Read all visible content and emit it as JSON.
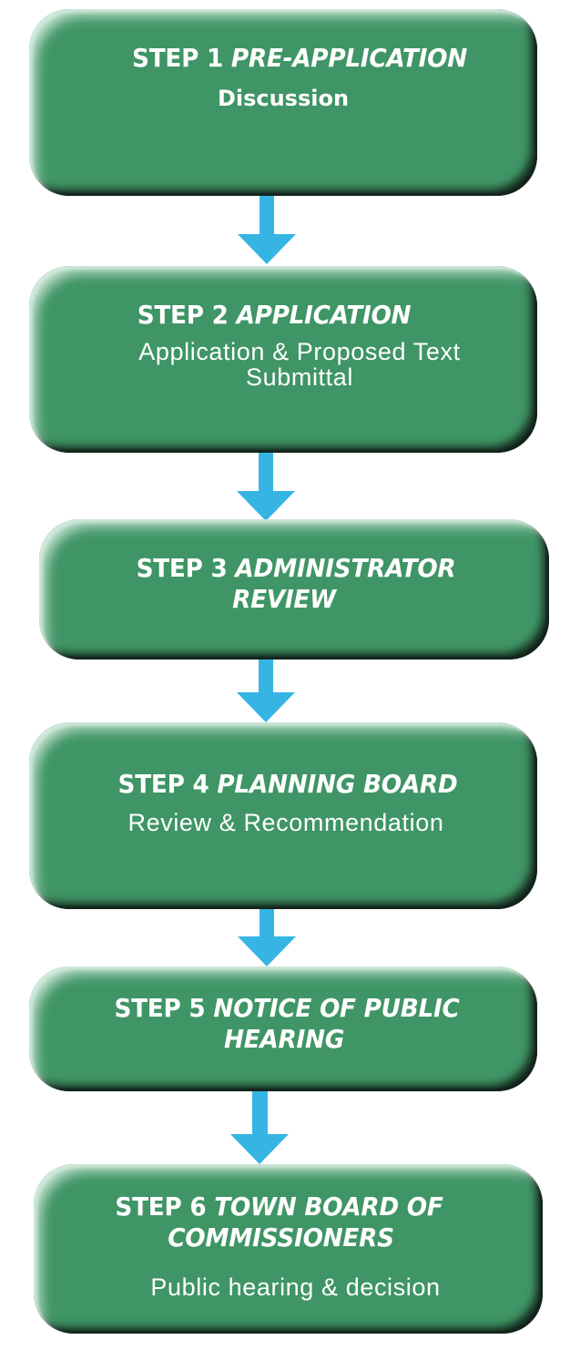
{
  "diagram": {
    "type": "flowchart",
    "direction": "top-to-bottom",
    "colors": {
      "box_fill": "#3f9565",
      "box_highlight": "#c9e2d3",
      "box_shadow": "#1e3026",
      "text": "#ffffff",
      "arrow": "#36b5e5",
      "background": "#ffffff"
    },
    "steps": [
      {
        "number_label": "STEP 1",
        "name_lines": [
          "PRE-APPLICATION"
        ],
        "subtitle_lines": [
          "Discussion"
        ]
      },
      {
        "number_label": "STEP 2",
        "name_lines": [
          "APPLICATION"
        ],
        "subtitle_lines": [
          "Application & Proposed Text",
          "Submittal"
        ]
      },
      {
        "number_label": "STEP 3",
        "name_lines": [
          "ADMINISTRATOR",
          "REVIEW"
        ],
        "subtitle_lines": []
      },
      {
        "number_label": "STEP 4",
        "name_lines": [
          "PLANNING BOARD"
        ],
        "subtitle_lines": [
          "Review & Recommendation"
        ]
      },
      {
        "number_label": "STEP 5",
        "name_lines": [
          "NOTICE OF PUBLIC",
          "HEARING"
        ],
        "subtitle_lines": []
      },
      {
        "number_label": "STEP 6",
        "name_lines": [
          "TOWN BOARD OF",
          "COMMISSIONERS"
        ],
        "subtitle_lines": [
          "Public hearing & decision"
        ]
      }
    ],
    "connections": [
      {
        "from": 1,
        "to": 2,
        "icon": "arrow-down-icon"
      },
      {
        "from": 2,
        "to": 3,
        "icon": "arrow-down-icon"
      },
      {
        "from": 3,
        "to": 4,
        "icon": "arrow-down-icon"
      },
      {
        "from": 4,
        "to": 5,
        "icon": "arrow-down-icon"
      },
      {
        "from": 5,
        "to": 6,
        "icon": "arrow-down-icon"
      }
    ]
  }
}
